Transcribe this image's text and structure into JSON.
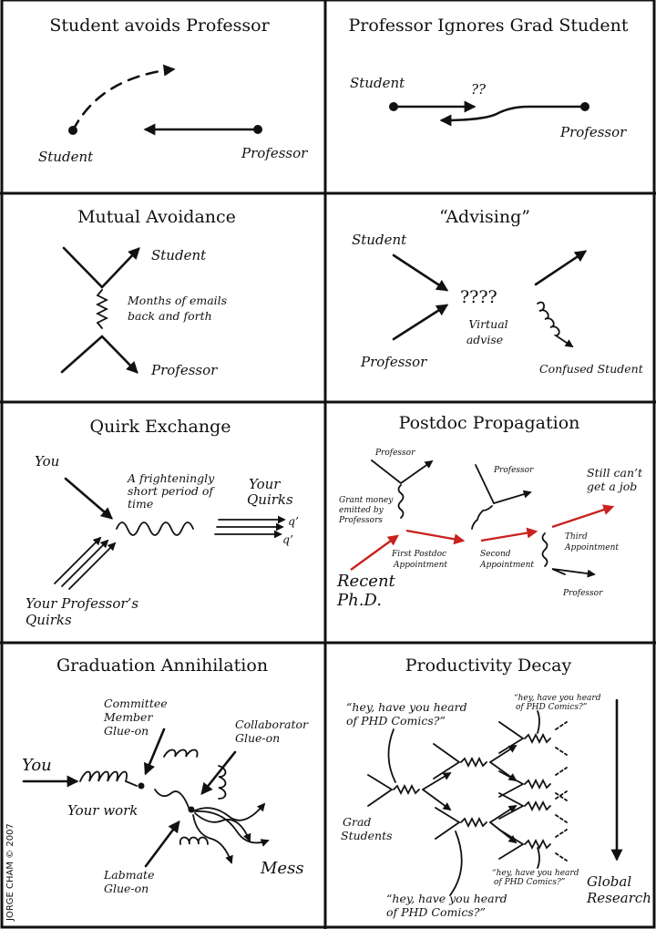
{
  "panels": {
    "p1": {
      "title": "Student avoids Professor",
      "student": "Student",
      "professor": "Professor"
    },
    "p2": {
      "title": "Professor Ignores Grad Student",
      "student": "Student",
      "qq": "??",
      "professor": "Professor"
    },
    "p3": {
      "title": "Mutual Avoidance",
      "student": "Student",
      "emails1": "Months of emails",
      "emails2": "back and forth",
      "professor": "Professor"
    },
    "p4": {
      "title": "“Advising”",
      "student": "Student",
      "qqqq": "????",
      "virtual1": "Virtual",
      "virtual2": "advise",
      "professor": "Professor",
      "confused": "Confused Student"
    },
    "p5": {
      "title": "Quirk Exchange",
      "you": "You",
      "fright1": "A frighteningly",
      "fright2": "short period of",
      "fright3": "time",
      "your": "Your",
      "quirks": "Quirks",
      "q1": "q’",
      "q2": "q’",
      "profq1": "Your Professor’s",
      "profq2": "Quirks"
    },
    "p6": {
      "title": "Postdoc Propagation",
      "prof1": "Professor",
      "prof2": "Professor",
      "prof3": "Professor",
      "grant1": "Grant money",
      "grant2": "emitted by",
      "grant3": "Professors",
      "first1": "First Postdoc",
      "first2": "Appointment",
      "second1": "Second",
      "second2": "Appointment",
      "third1": "Third",
      "third2": "Appointment",
      "still1": "Still can’t",
      "still2": "get a job",
      "recent1": "Recent",
      "recent2": "Ph.D."
    },
    "p7": {
      "title": "Graduation Annihilation",
      "committee1": "Committee",
      "committee2": "Member",
      "committee3": "Glue-on",
      "collab1": "Collaborator",
      "collab2": "Glue-on",
      "you": "You",
      "work": "Your work",
      "labmate1": "Labmate",
      "labmate2": "Glue-on",
      "mess": "Mess",
      "signature": "JORGE CHAM © 2007"
    },
    "p8": {
      "title": "Productivity Decay",
      "hey1a": "“hey, have you heard",
      "hey1b": "of PHD Comics?”",
      "hey2a": "“hey, have you heard",
      "hey2b": "of PHD Comics?”",
      "hey3a": "“hey, have you heard",
      "hey3b": "of PHD Comics?”",
      "hey4a": "“hey, have you heard",
      "hey4b": "of PHD Comics?”",
      "grad1": "Grad",
      "grad2": "Students",
      "global1": "Global",
      "global2": "Research"
    }
  }
}
